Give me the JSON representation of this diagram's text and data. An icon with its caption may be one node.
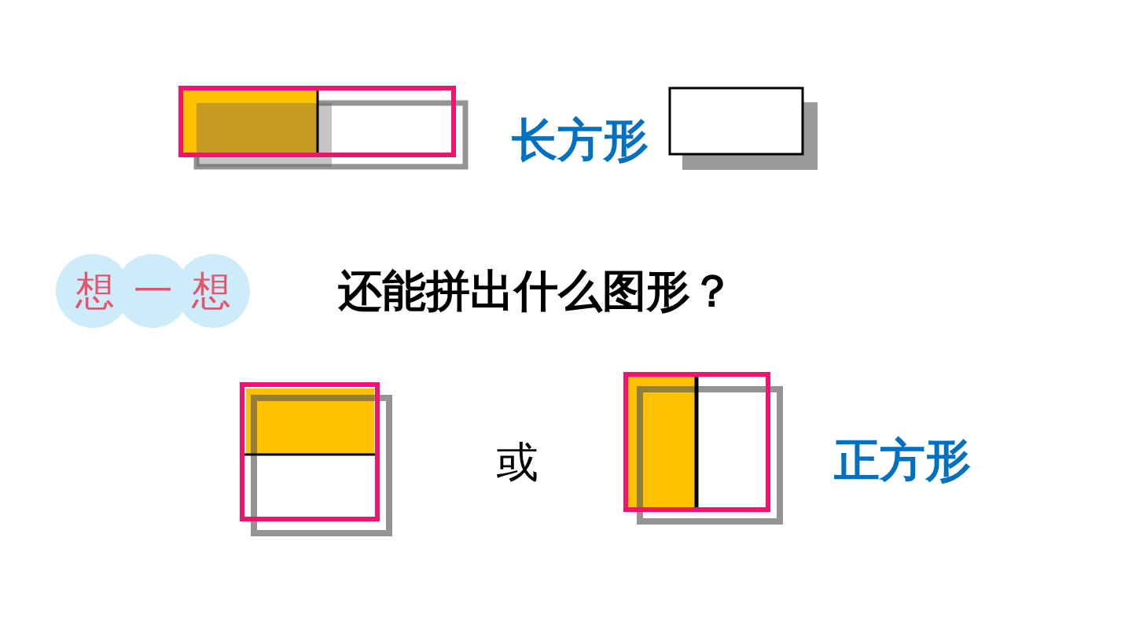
{
  "diagram": {
    "nodes": [
      {
        "text": [
          "想一想"
        ]
      }
    ],
    "labels": [
      "长方形",
      "还能拼出什么图形？",
      "或",
      "正方形"
    ]
  }
}
